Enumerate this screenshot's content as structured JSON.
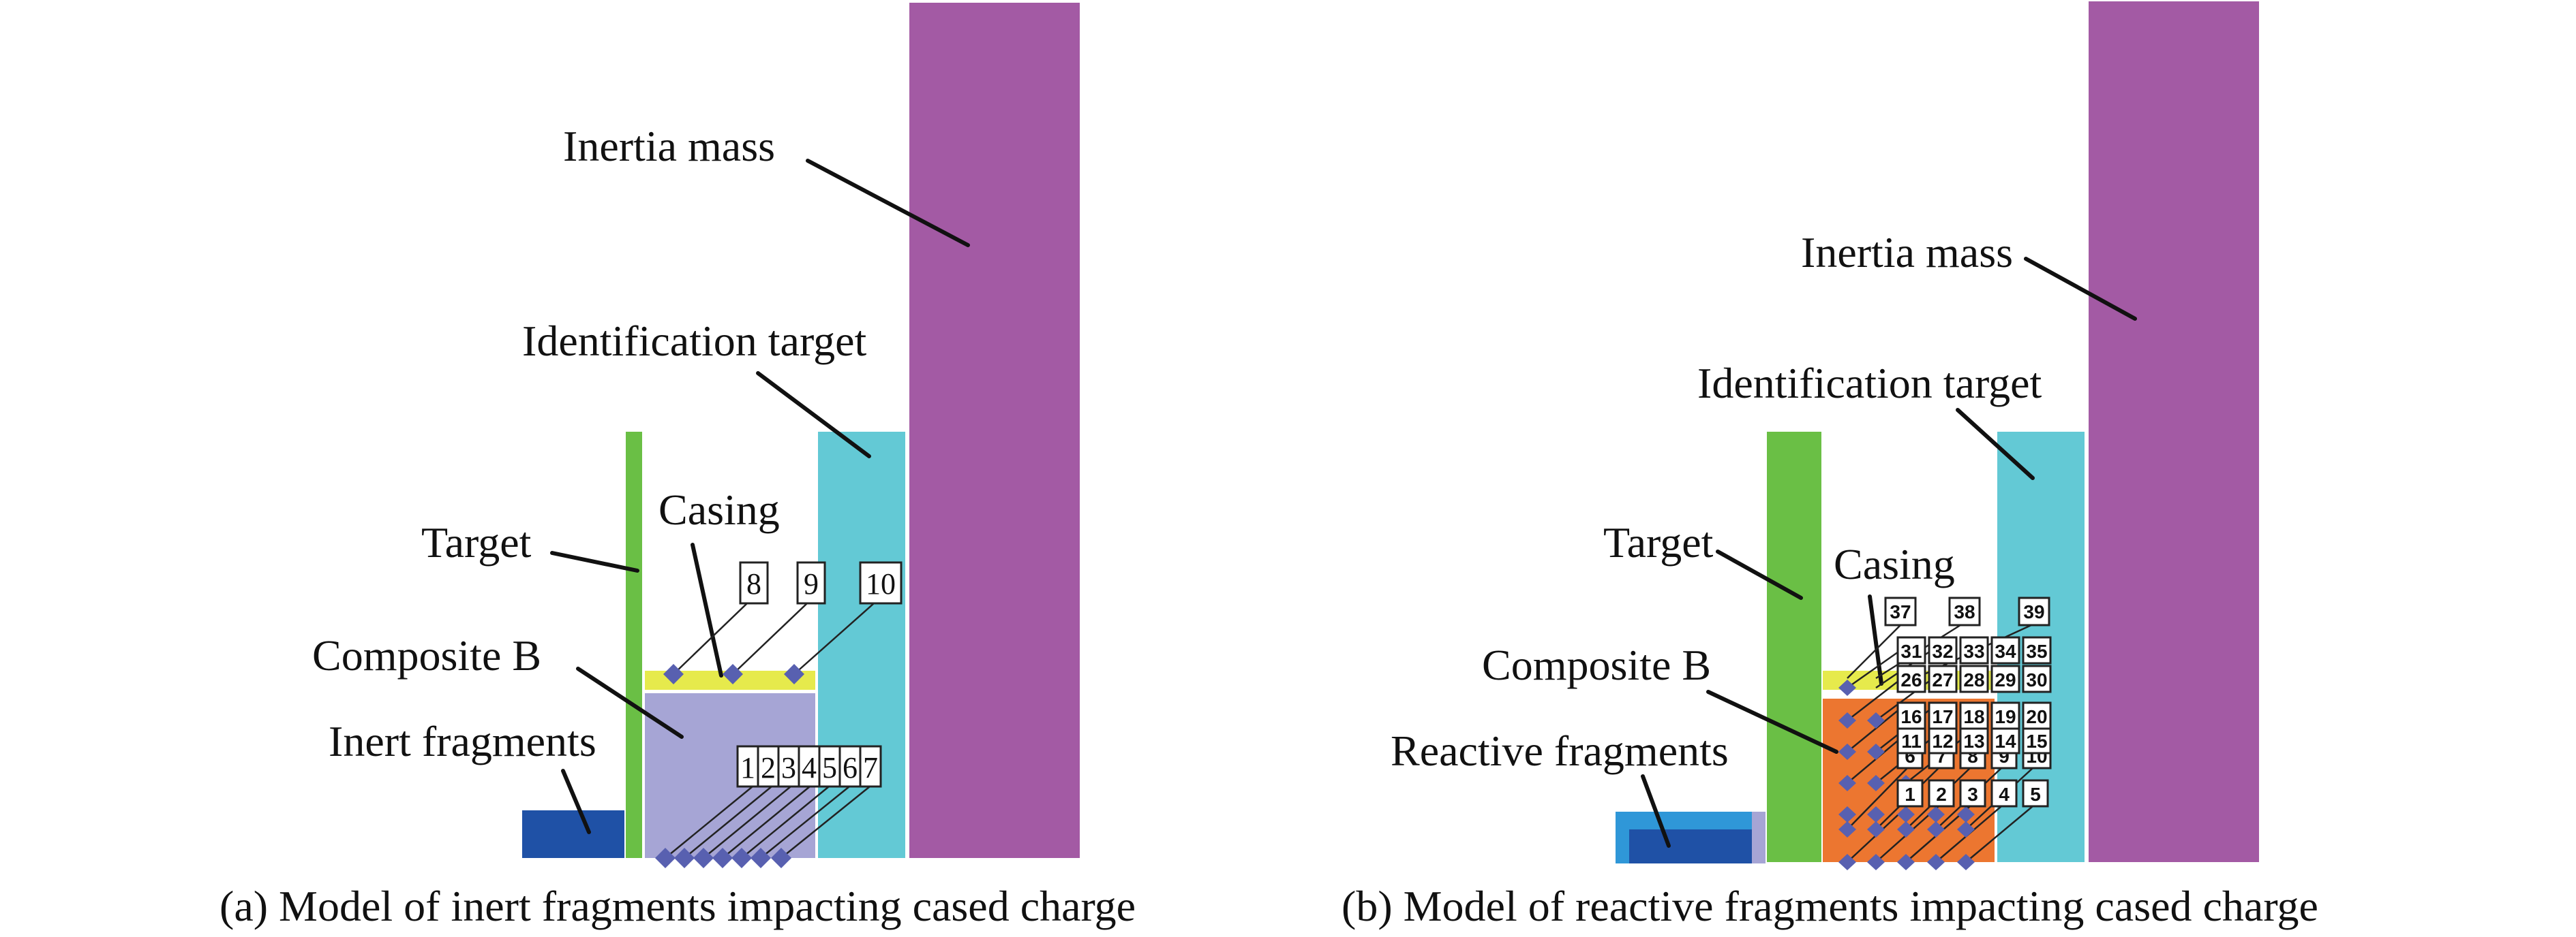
{
  "panel_a": {
    "labels": {
      "inertia_mass": "Inertia mass",
      "identification_target": "Identification target",
      "target": "Target",
      "casing": "Casing",
      "composite_b": "Composite B",
      "fragments": "Inert fragments"
    },
    "gauge_points": [
      "1",
      "2",
      "3",
      "4",
      "5",
      "6",
      "7",
      "8",
      "9",
      "10"
    ],
    "caption": "(a) Model of inert fragments impacting cased charge"
  },
  "panel_b": {
    "labels": {
      "inertia_mass": "Inertia mass",
      "identification_target": "Identification target",
      "target": "Target",
      "casing": "Casing",
      "composite_b": "Composite B",
      "fragments": "Reactive fragments"
    },
    "gauge_points": [
      "1",
      "2",
      "3",
      "4",
      "5",
      "6",
      "7",
      "8",
      "9",
      "10",
      "11",
      "12",
      "13",
      "14",
      "15",
      "16",
      "17",
      "18",
      "19",
      "20",
      "26",
      "27",
      "28",
      "29",
      "30",
      "31",
      "32",
      "33",
      "34",
      "35",
      "37",
      "38",
      "39"
    ],
    "caption": "(b) Model of reactive fragments impacting cased charge"
  },
  "colors": {
    "inertia_mass": "#a35aa4",
    "identification_target": "#63c9d5",
    "target": "#6abf45",
    "casing": "#e6ea4c",
    "composite_b_inert": "#a6a5d5",
    "composite_b_reactive": "#ec7630",
    "fragment_dark": "#1f51a6",
    "fragment_light": "#2f97d8",
    "marker": "#5860b0"
  }
}
